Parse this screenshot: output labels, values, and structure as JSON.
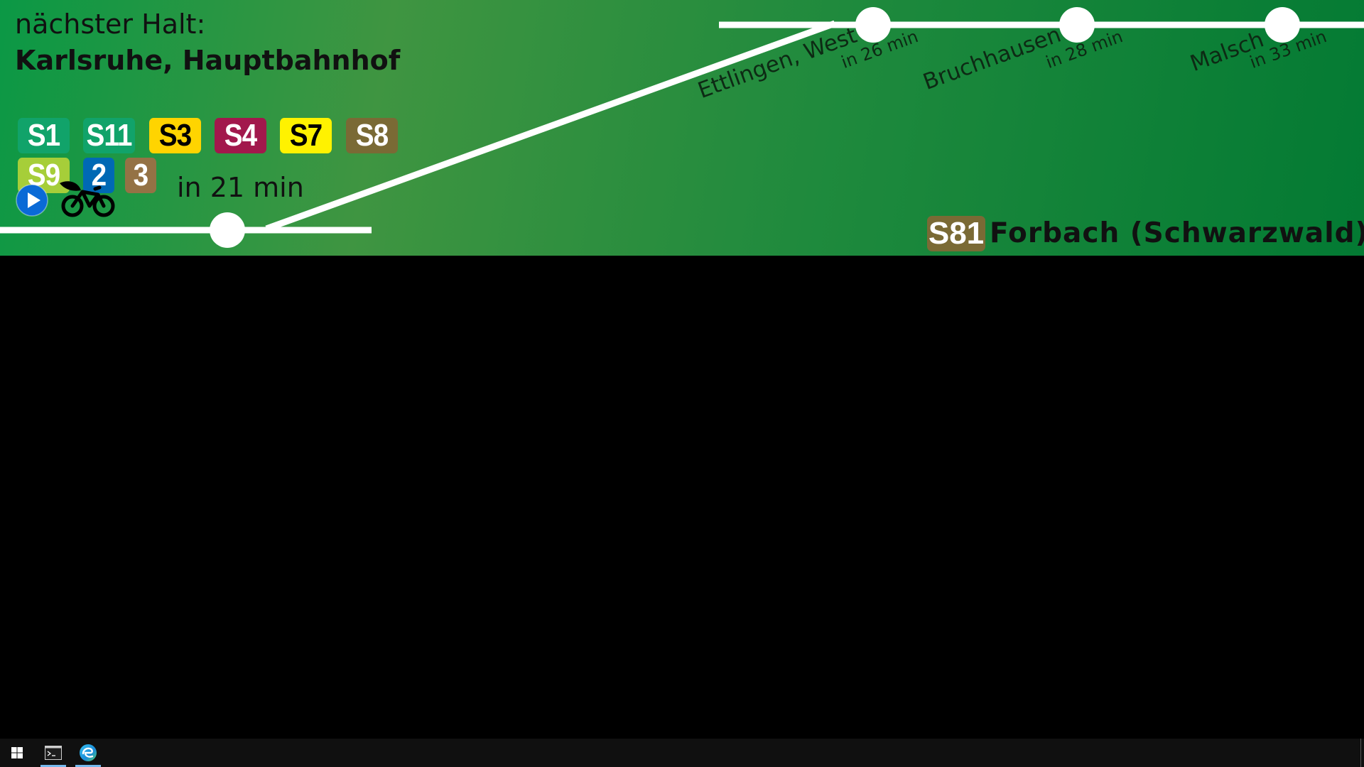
{
  "banner": {
    "next_stop_label": "nächster Halt:",
    "next_stop_name": "Karlsruhe, Hauptbahnhof",
    "next_stop_time": "in 21 min",
    "lines": [
      {
        "label": "S1",
        "bg": "#11a36a",
        "fg": "#ffffff"
      },
      {
        "label": "S11",
        "bg": "#11a36a",
        "fg": "#ffffff"
      },
      {
        "label": "S3",
        "bg": "#ffd400",
        "fg": "#000000"
      },
      {
        "label": "S4",
        "bg": "#a2184c",
        "fg": "#ffffff"
      },
      {
        "label": "S7",
        "bg": "#fff200",
        "fg": "#000000"
      },
      {
        "label": "S8",
        "bg": "#7a6a35",
        "fg": "#ffffff"
      },
      {
        "label": "S9",
        "bg": "#a6ce39",
        "fg": "#ffffff"
      },
      {
        "label": "2",
        "bg": "#0069b4",
        "fg": "#ffffff"
      },
      {
        "label": "3",
        "bg": "#947245",
        "fg": "#ffffff"
      }
    ],
    "icons": {
      "play": "play-icon",
      "bike": "bike-icon"
    },
    "upcoming_stops": [
      {
        "name": "Ettlingen, West",
        "time": "in 26 min"
      },
      {
        "name": "Bruchhausen",
        "time": "in 28 min"
      },
      {
        "name": "Malsch",
        "time": "in 33 min"
      }
    ],
    "destination": {
      "line": "S81",
      "line_color": "#7a6a35",
      "name": "Forbach (Schwarzwald)"
    }
  },
  "taskbar": {
    "icons": [
      "windows-start-icon",
      "terminal-icon",
      "edge-browser-icon"
    ]
  }
}
